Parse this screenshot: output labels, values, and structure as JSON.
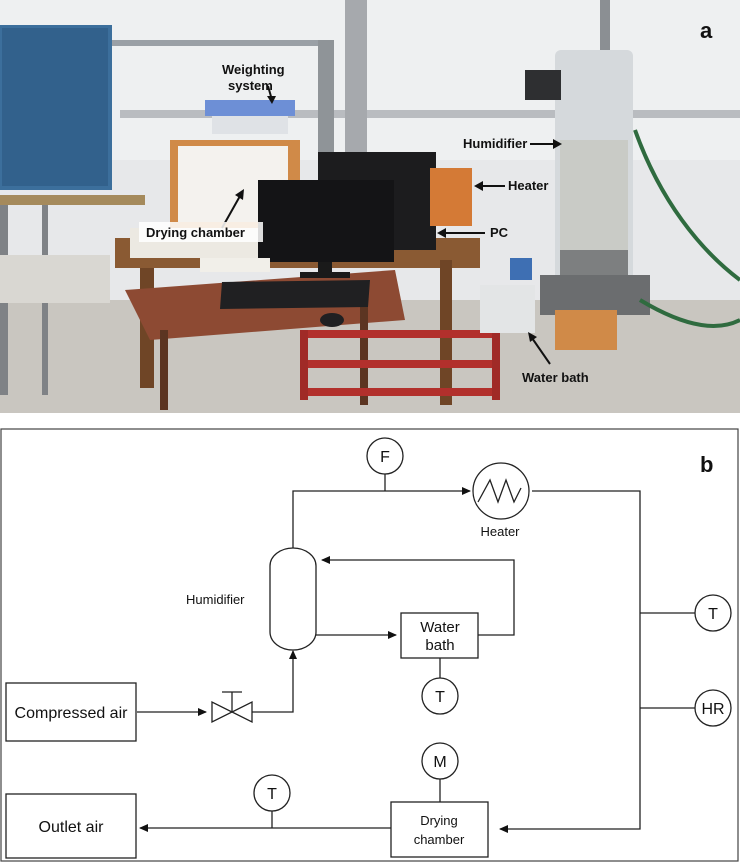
{
  "panel_a": {
    "letter": "a",
    "labels": {
      "weighting_system_line1": "Weighting",
      "weighting_system_line2": "system",
      "humidifier": "Humidifier",
      "heater": "Heater",
      "drying_chamber": "Drying chamber",
      "pc": "PC",
      "water_bath": "Water bath"
    }
  },
  "panel_b": {
    "letter": "b",
    "components": {
      "compressed_air": "Compressed air",
      "outlet_air": "Outlet air",
      "humidifier": "Humidifier",
      "heater": "Heater",
      "water_bath_line1": "Water",
      "water_bath_line2": "bath",
      "drying_chamber_line1": "Drying",
      "drying_chamber_line2": "chamber"
    },
    "instruments": {
      "flow": "F",
      "temp_right": "T",
      "humidity_right": "HR",
      "temp_water_bath": "T",
      "mass": "M",
      "temp_outlet": "T"
    }
  }
}
